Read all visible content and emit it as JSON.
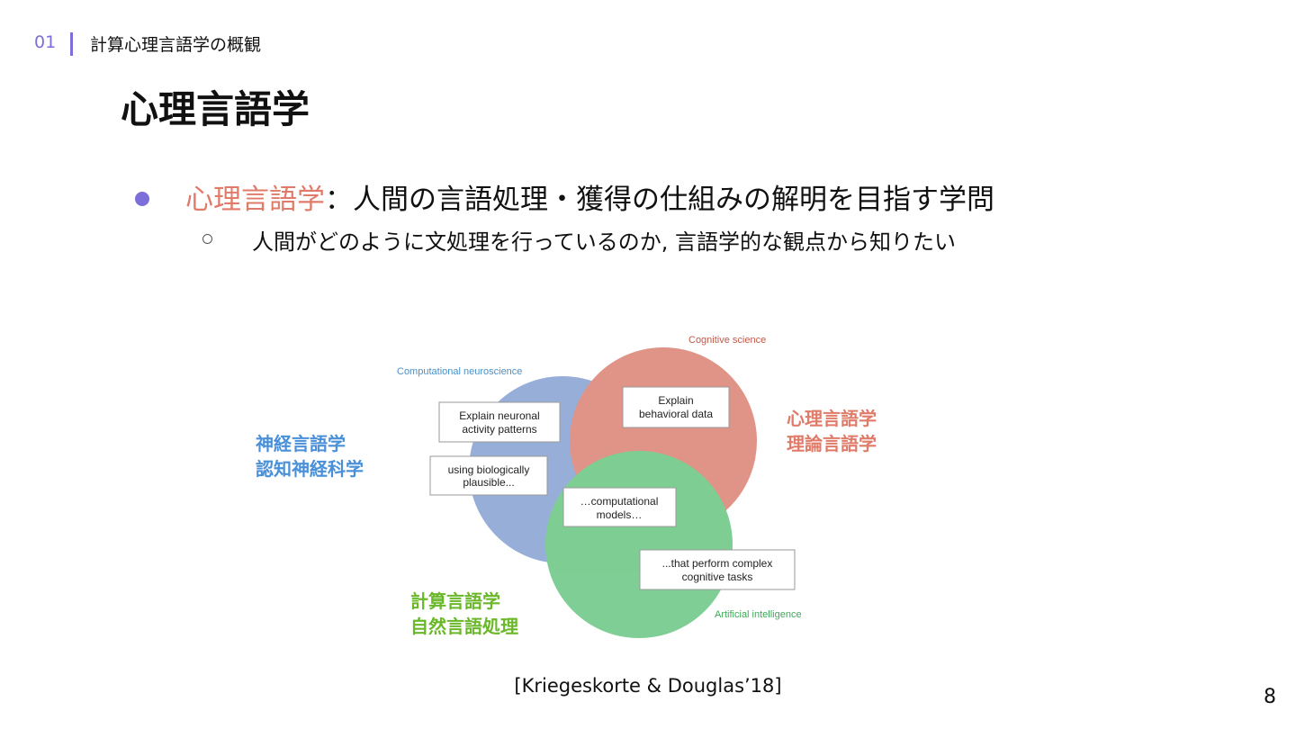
{
  "header": {
    "section_number": "01",
    "section_title": "計算心理言語学の概観"
  },
  "page_title": "心理言語学",
  "bullets": {
    "main_emphasis": "心理言語学",
    "main_rest": "：人間の言語処理・獲得の仕組みの解明を目指す学問",
    "sub_text": "人間がどのように文処理を行っているのか, 言語学的な観点から知りたい"
  },
  "diagram": {
    "circles": {
      "neuro": {
        "label": "Computational neuroscience",
        "color": "#7d9bcf"
      },
      "cog": {
        "label": "Cognitive science",
        "color": "#d9796a"
      },
      "ai": {
        "label": "Artificial intelligence",
        "color": "#5ec27a"
      }
    },
    "boxes": {
      "behavioral": [
        "Explain",
        "behavioral data"
      ],
      "neuronal": [
        "Explain neuronal",
        "activity patterns"
      ],
      "plausible": [
        "using biologically",
        "plausible..."
      ],
      "computational": [
        "…computational",
        "models…"
      ],
      "tasks": [
        "...that perform complex",
        "cognitive tasks"
      ]
    },
    "field_labels": {
      "blue": [
        "神経言語学",
        "認知神経科学"
      ],
      "red": [
        "心理言語学",
        "理論言語学"
      ],
      "green": [
        "計算言語学",
        "自然言語処理"
      ]
    },
    "colors": {
      "blue_text": "#4a90d9",
      "red_text": "#e07b6a",
      "green_text": "#6ab82a",
      "accent": "#7c6fd9"
    }
  },
  "citation": "[Kriegeskorte & Douglas’18]",
  "page_number": "8"
}
